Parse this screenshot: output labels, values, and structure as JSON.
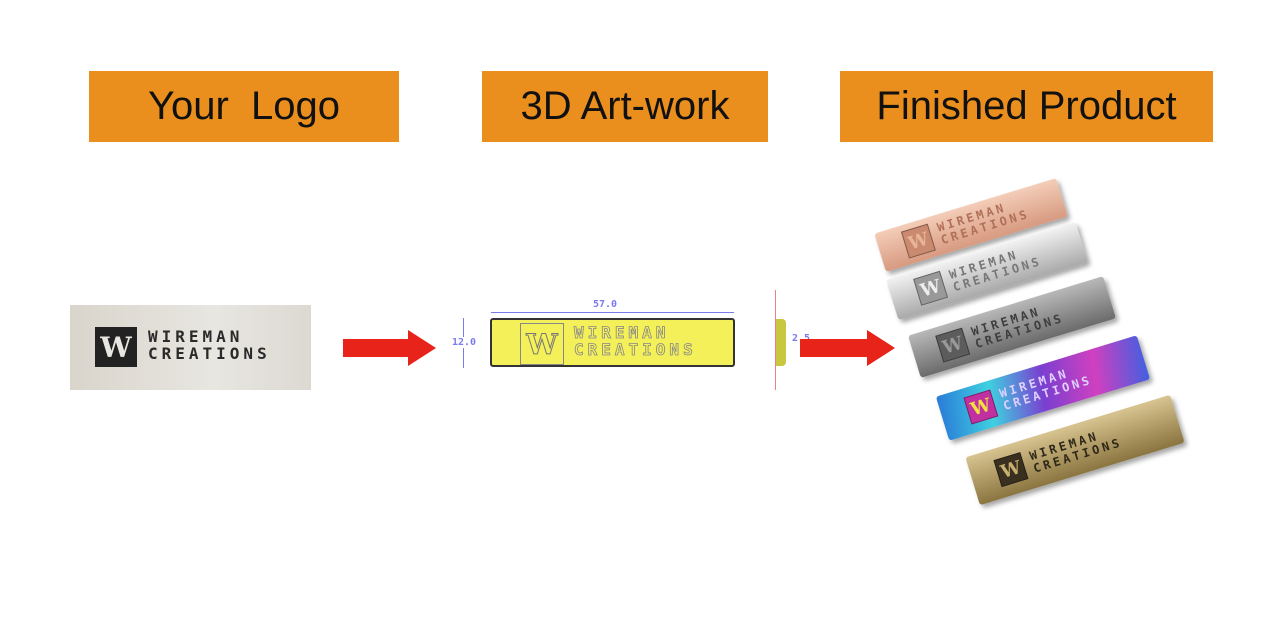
{
  "headers": {
    "logo": "Your  Logo",
    "artwork": "3D Art-work",
    "product": "Finished Product"
  },
  "brand": {
    "initial": "W",
    "line1": "WIREMAN",
    "line2": "CREATIONS"
  },
  "dimensions": {
    "width": "57.0",
    "height": "12.0",
    "thickness": "2.5"
  },
  "colors": {
    "header": "#ea8f1e",
    "arrow": "#e8231a",
    "artwork": "#f4f05a"
  },
  "finishes": [
    "rose-gold",
    "silver",
    "gunmetal",
    "rainbow",
    "antique-brass"
  ]
}
